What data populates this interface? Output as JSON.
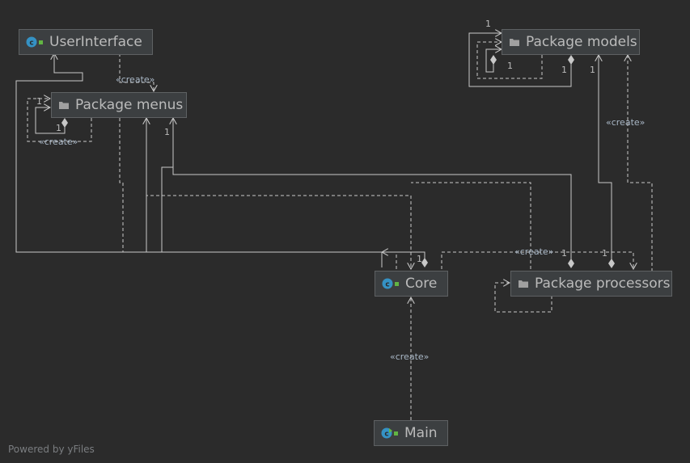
{
  "diagram": {
    "nodes": {
      "user_interface": {
        "label": "UserInterface",
        "icon": "class-icon"
      },
      "package_menus": {
        "label": "Package menus",
        "icon": "package-icon"
      },
      "package_models": {
        "label": "Package models",
        "icon": "package-icon"
      },
      "core": {
        "label": "Core",
        "icon": "class-icon"
      },
      "package_processors": {
        "label": "Package processors",
        "icon": "package-icon"
      },
      "main": {
        "label": "Main",
        "icon": "main-class-icon"
      }
    },
    "edge_labels": {
      "create": "«create»",
      "one": "1"
    }
  },
  "footer": {
    "text": "Powered by yFiles"
  },
  "colors": {
    "background": "#2b2b2b",
    "node_fill": "#3c3f41",
    "node_border": "#5e6163",
    "text": "#bbbbbb",
    "edge": "#c8c8c8",
    "class_icon": "#3592c4",
    "package_icon": "#a0a0a0"
  }
}
